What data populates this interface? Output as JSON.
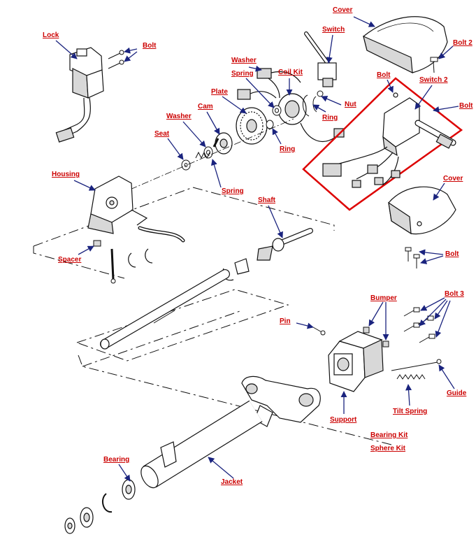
{
  "colors": {
    "label_text": "#cc0000",
    "leader_arrow": "#1a237e",
    "highlight_box": "#dd0000",
    "line_art": "#111111",
    "part_fill": "#ffffff",
    "part_shade": "#d8d8d8"
  },
  "labels": {
    "cover_top": "Cover",
    "switch": "Switch",
    "lock": "Lock",
    "bolt_top": "Bolt",
    "bolt_2": "Bolt 2",
    "washer_top": "Washer",
    "spring_top": "Spring",
    "coil_kit": "Coil Kit",
    "bolt_switch2": "Bolt",
    "switch_2": "Switch 2",
    "plate": "Plate",
    "nut": "Nut",
    "bolt_right": "Bolt",
    "washer_mid": "Washer",
    "cam": "Cam",
    "ring_upper": "Ring",
    "seat": "Seat",
    "ring_lower": "Ring",
    "housing": "Housing",
    "cover_lower": "Cover",
    "spring_mid": "Spring",
    "shaft": "Shaft",
    "spacer": "Spacer",
    "bolt_lower": "Bolt",
    "bumper": "Bumper",
    "bolt_3": "Bolt 3",
    "pin": "Pin",
    "guide": "Guide",
    "support": "Support",
    "tilt_spring": "Tilt Spring",
    "bearing_kit": "Bearing Kit",
    "sphere_kit": "Sphere Kit",
    "bearing": "Bearing",
    "jacket": "Jacket"
  }
}
